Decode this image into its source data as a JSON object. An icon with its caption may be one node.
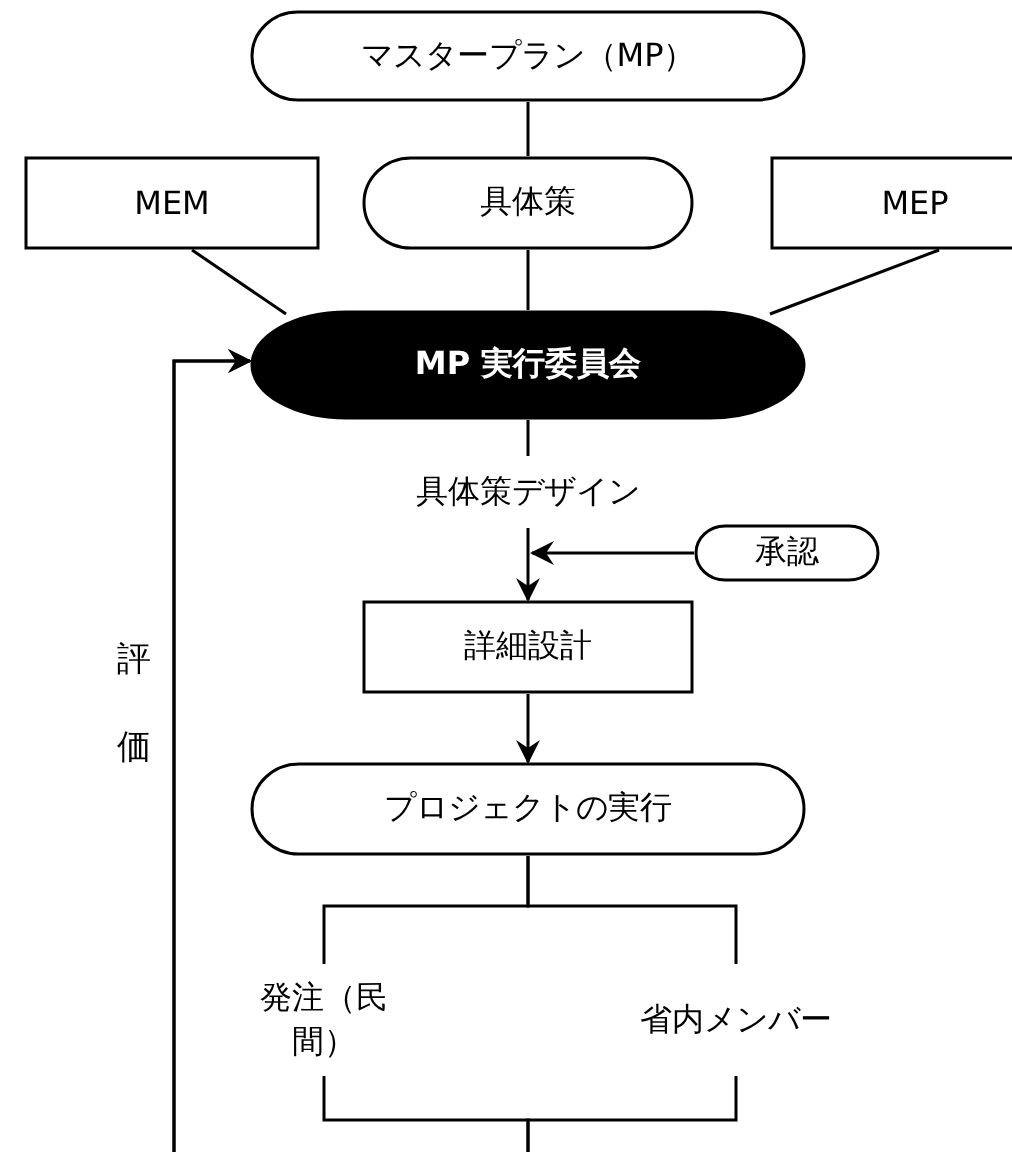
{
  "diagram": {
    "nodes": [
      {
        "text": [
          "マスタープラン（MP）"
        ]
      },
      {
        "text": [
          "MEM"
        ]
      },
      {
        "text": [
          "具体策"
        ]
      },
      {
        "text": [
          "MEP"
        ]
      },
      {
        "text": [
          "MP 実行委員会"
        ]
      },
      {
        "text": [
          "具体策デザイン"
        ]
      },
      {
        "text": [
          "承認"
        ]
      },
      {
        "text": [
          "詳細設計"
        ]
      },
      {
        "text": [
          "プロジェクトの実行"
        ]
      },
      {
        "text": [
          "発注（民間）"
        ]
      },
      {
        "text": [
          "省内メンバー"
        ]
      }
    ],
    "edges": [
      {
        "from": 0,
        "to": 2,
        "arrow": "none"
      },
      {
        "from": 2,
        "to": 4,
        "arrow": "none"
      },
      {
        "from": 1,
        "to": 4,
        "arrow": "none"
      },
      {
        "from": 3,
        "to": 4,
        "arrow": "none"
      },
      {
        "from": 4,
        "to": 5,
        "arrow": "none"
      },
      {
        "from": 5,
        "to": 7,
        "arrow": "to"
      },
      {
        "from": 6,
        "to": 5,
        "arrow": "to"
      },
      {
        "from": 7,
        "to": 8,
        "arrow": "to"
      },
      {
        "from": 8,
        "to": 9,
        "arrow": "none"
      },
      {
        "from": 8,
        "to": 10,
        "arrow": "none"
      },
      {
        "from": 9,
        "to": 4,
        "arrow": "to",
        "label": "評価"
      },
      {
        "from": 10,
        "to": 4,
        "arrow": "to"
      }
    ]
  }
}
